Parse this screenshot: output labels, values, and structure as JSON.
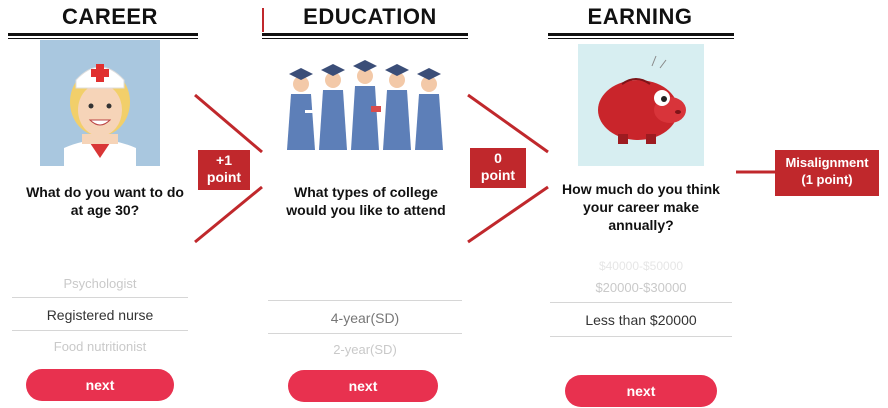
{
  "panels": {
    "career": {
      "heading": "CAREER",
      "question": [
        "What do you want to do",
        "at age 30?"
      ],
      "options": [
        "Psychologist",
        "Registered nurse",
        "Food nutritionist"
      ],
      "selected": "Registered nurse",
      "button": "next"
    },
    "education": {
      "heading": "EDUCATION",
      "question": [
        "What types of college",
        "would you like to attend"
      ],
      "options": [
        "4-year(SD)",
        "2-year(SD)"
      ],
      "selected": "4-year(SD)",
      "button": "next"
    },
    "earning": {
      "heading": "EARNING",
      "question": [
        "How much do you think",
        "your career make",
        "annually?"
      ],
      "options": [
        "$40000-$50000",
        "$20000-$30000",
        "Less than $20000"
      ],
      "selected": "Less than $20000",
      "button": "next"
    }
  },
  "scores": {
    "career_to_education": [
      "+1",
      "point"
    ],
    "education_to_earning": [
      "0",
      "point"
    ],
    "misalignment": [
      "Misalignment",
      "(1 point)"
    ]
  },
  "colors": {
    "accent": "#e8314f",
    "score_box": "#c0282c",
    "arrow": "#c0282c"
  }
}
